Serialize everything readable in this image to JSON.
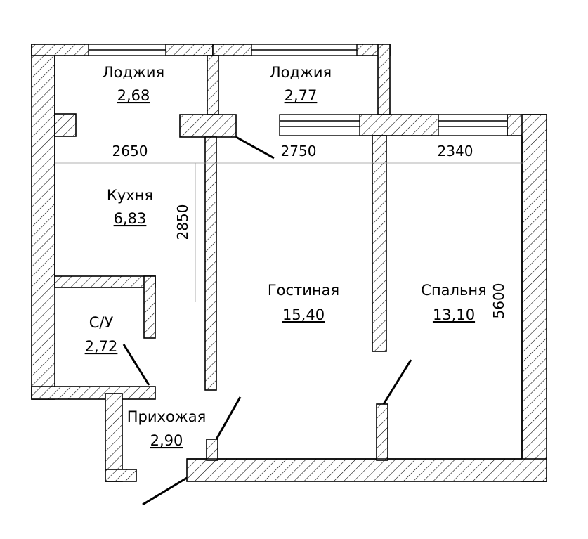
{
  "rooms": {
    "loggia_left": {
      "name": "Лоджия",
      "area": "2,68"
    },
    "loggia_right": {
      "name": "Лоджия",
      "area": "2,77"
    },
    "kitchen": {
      "name": "Кухня",
      "area": "6,83"
    },
    "living": {
      "name": "Гостиная",
      "area": "15,40"
    },
    "bedroom": {
      "name": "Спальня",
      "area": "13,10"
    },
    "bathroom": {
      "name": "С/У",
      "area": "2,72"
    },
    "hallway": {
      "name": "Прихожая",
      "area": "2,90"
    }
  },
  "dimensions": {
    "kitchen_width": "2650",
    "living_width": "2750",
    "bedroom_width": "2340",
    "kitchen_depth": "2850",
    "bedroom_depth": "5600"
  },
  "colors": {
    "line": "#000000",
    "hatch": "#000000",
    "background": "#ffffff"
  }
}
